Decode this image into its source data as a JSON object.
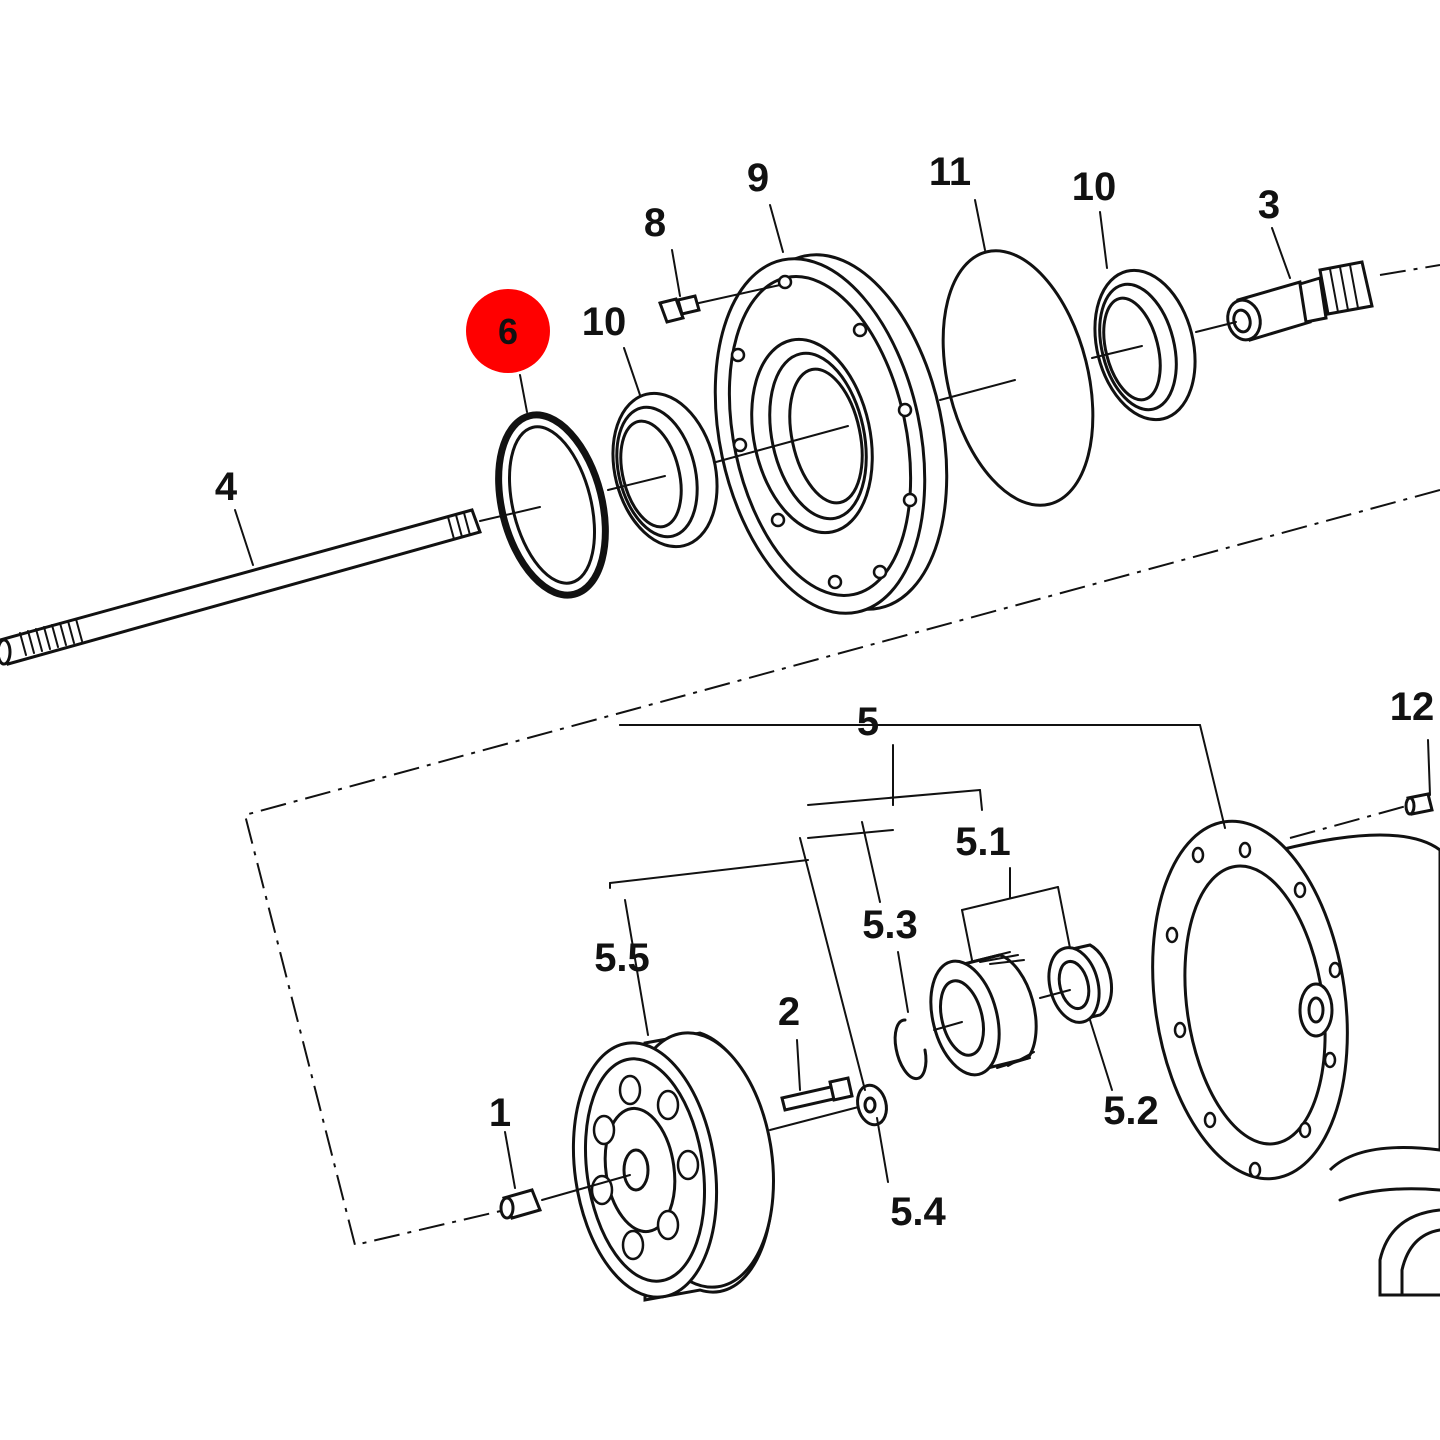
{
  "diagram": {
    "highlight_color": "#ff0000",
    "line_color": "#111111",
    "background_color": "#ffffff",
    "labels": {
      "part_1": "1",
      "part_2": "2",
      "part_3": "3",
      "part_4": "4",
      "part_5": "5",
      "part_5_1": "5.1",
      "part_5_2": "5.2",
      "part_5_3": "5.3",
      "part_5_4": "5.4",
      "part_5_5": "5.5",
      "part_6": "6",
      "part_8": "8",
      "part_9": "9",
      "part_10_left": "10",
      "part_10_right": "10",
      "part_11": "11",
      "part_12": "12"
    }
  }
}
